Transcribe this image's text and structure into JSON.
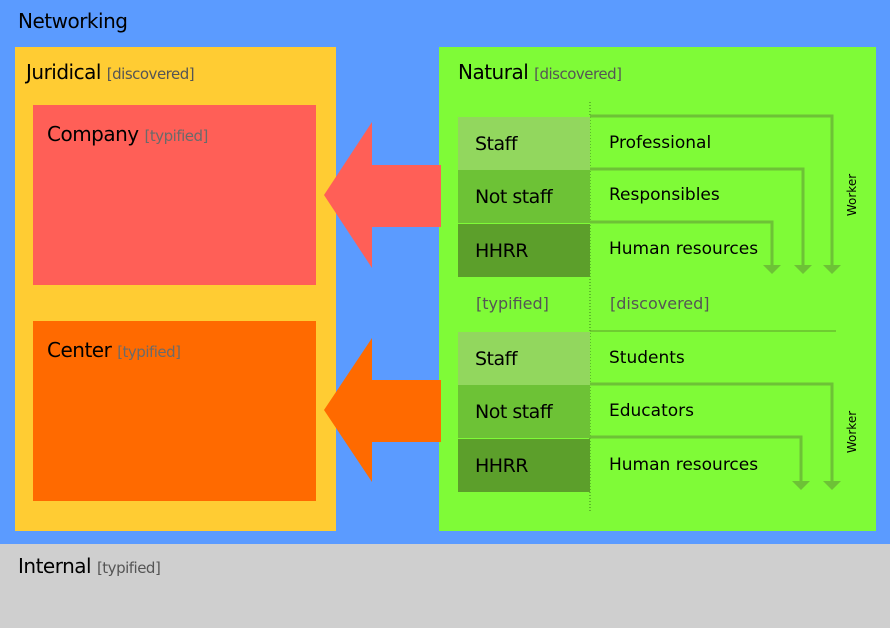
{
  "networking": {
    "title": "Networking"
  },
  "internal": {
    "title": "Internal",
    "tag": "[typified]"
  },
  "juridical": {
    "title": "Juridical",
    "tag": "[discovered]",
    "company": {
      "title": "Company",
      "tag": "[typified]"
    },
    "center": {
      "title": "Center",
      "tag": "[typified]"
    }
  },
  "natural": {
    "title": "Natural",
    "tag": "[discovered]",
    "typified_label": "[typified]",
    "discovered_label": "[discovered]",
    "company_group": {
      "cells": [
        "Staff",
        "Not staff",
        "HHRR"
      ],
      "roles": [
        "Professional",
        "Responsibles",
        "Human resources"
      ],
      "worker": "Worker"
    },
    "center_group": {
      "cells": [
        "Staff",
        "Not staff",
        "HHRR"
      ],
      "roles": [
        "Students",
        "Educators",
        "Human resources"
      ],
      "worker": "Worker"
    }
  },
  "colors": {
    "networking": "#5b9bff",
    "internal": "#cfcfcf",
    "juridical": "#ffcc33",
    "natural": "#7ffb37",
    "company": "#ff5f57",
    "center": "#ff6a00",
    "connector": "#6dc236"
  }
}
